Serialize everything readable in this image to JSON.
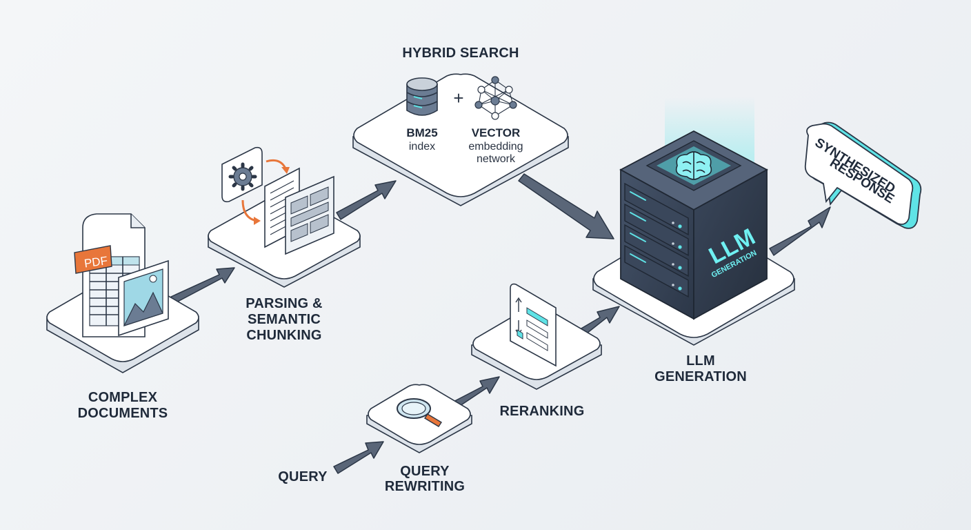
{
  "labels": {
    "complex_documents": [
      "COMPLEX",
      "DOCUMENTS"
    ],
    "parsing": [
      "PARSING &",
      "SEMANTIC",
      "CHUNKING"
    ],
    "hybrid_search": "HYBRID SEARCH",
    "llm_generation": [
      "LLM",
      "GENERATION"
    ],
    "reranking": "RERANKING",
    "query": "QUERY",
    "query_rewriting": [
      "QUERY",
      "REWRITING"
    ]
  },
  "hybrid": {
    "bm25_title": "BM25",
    "bm25_sub": "index",
    "plus": "+",
    "vector_title": "VECTOR",
    "vector_sub": [
      "embedding",
      "network"
    ]
  },
  "pdf_badge": "PDF",
  "server_face": {
    "big": "LLM",
    "small": "GENERATION"
  },
  "bubble": [
    "SYNTHESIZED",
    "RESPONSE"
  ],
  "colors": {
    "teal": "#5fe3e6",
    "orange": "#e8763a",
    "dark": "#2f3a4d",
    "arrow": "#5a6678"
  },
  "icons": [
    "database-icon",
    "neural-network-icon",
    "gear-icon",
    "magnifier-icon",
    "image-icon",
    "brain-icon",
    "ranking-list-icon"
  ]
}
